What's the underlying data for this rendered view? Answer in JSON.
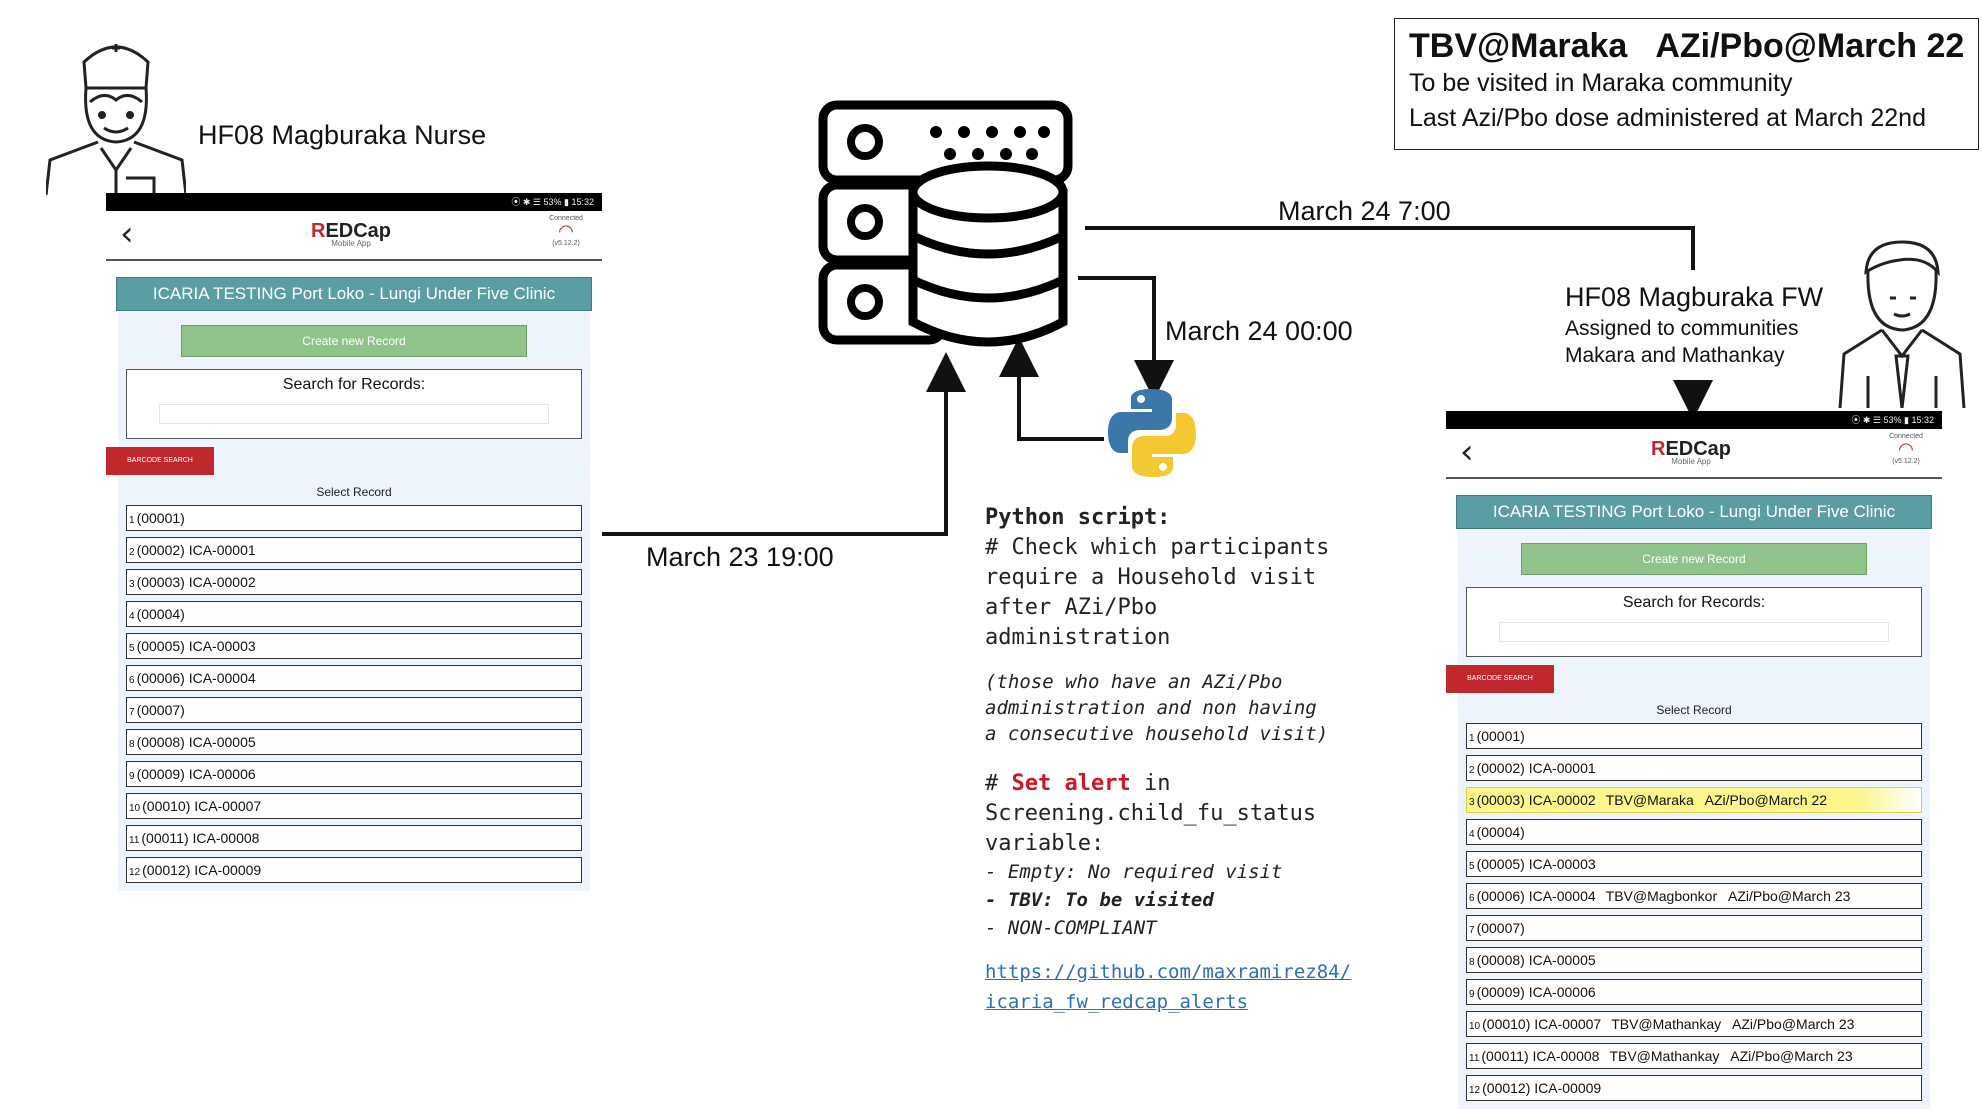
{
  "legend": {
    "code1": "TBV@Maraka",
    "code2": "AZi/Pbo@March 22",
    "line1": "To be visited in Maraka community",
    "line2": "Last Azi/Pbo dose administered at March 22nd"
  },
  "nurse": {
    "label": "HF08 Magburaka Nurse"
  },
  "fw": {
    "title": "HF08 Magburaka FW",
    "sub1": "Assigned to communities",
    "sub2": "Makara and Mathankay"
  },
  "times": {
    "t1": "March 23 19:00",
    "t2": "March 24 00:00",
    "t3": "March 24 7:00"
  },
  "app": {
    "status": "⦿ ✱ ☰ 53% ▮ 15:32",
    "logo_r": "R",
    "logo_rest": "EDCap",
    "logo_sub": "Mobile App",
    "conn_label": "Connected",
    "version": "(v5.12.2)",
    "project": "ICARIA TESTING Port Loko - Lungi Under Five Clinic",
    "create": "Create new Record",
    "search_label": "Search for Records:",
    "barcode": "BARCODE SEARCH",
    "select": "Select Record"
  },
  "records_left": [
    {
      "n": "1",
      "text": "(00001)"
    },
    {
      "n": "2",
      "text": "(00002) ICA-00001"
    },
    {
      "n": "3",
      "text": "(00003) ICA-00002"
    },
    {
      "n": "4",
      "text": "(00004)"
    },
    {
      "n": "5",
      "text": "(00005) ICA-00003"
    },
    {
      "n": "6",
      "text": "(00006) ICA-00004"
    },
    {
      "n": "7",
      "text": "(00007)"
    },
    {
      "n": "8",
      "text": "(00008) ICA-00005"
    },
    {
      "n": "9",
      "text": "(00009) ICA-00006"
    },
    {
      "n": "10",
      "text": "(00010) ICA-00007"
    },
    {
      "n": "11",
      "text": "(00011) ICA-00008"
    },
    {
      "n": "12",
      "text": "(00012) ICA-00009"
    }
  ],
  "records_right": [
    {
      "n": "1",
      "text": "(00001)",
      "note": ""
    },
    {
      "n": "2",
      "text": "(00002) ICA-00001",
      "note": ""
    },
    {
      "n": "3",
      "text": "(00003) ICA-00002",
      "note": "TBV@Maraka   AZi/Pbo@March 22",
      "hl": true
    },
    {
      "n": "4",
      "text": "(00004)",
      "note": ""
    },
    {
      "n": "5",
      "text": "(00005) ICA-00003",
      "note": ""
    },
    {
      "n": "6",
      "text": "(00006) ICA-00004",
      "note": "TBV@Magbonkor   AZi/Pbo@March 23"
    },
    {
      "n": "7",
      "text": "(00007)",
      "note": ""
    },
    {
      "n": "8",
      "text": "(00008) ICA-00005",
      "note": ""
    },
    {
      "n": "9",
      "text": "(00009) ICA-00006",
      "note": ""
    },
    {
      "n": "10",
      "text": "(00010) ICA-00007",
      "note": "TBV@Mathankay   AZi/Pbo@March 23"
    },
    {
      "n": "11",
      "text": "(00011) ICA-00008",
      "note": "TBV@Mathankay   AZi/Pbo@March 23"
    },
    {
      "n": "12",
      "text": "(00012) ICA-00009",
      "note": ""
    }
  ],
  "python": {
    "title": "Python script:",
    "comment1": "# Check which participants",
    "comment2": "require a Household visit",
    "comment3": "after AZi/Pbo",
    "comment4": "administration",
    "paren1": "(those who have an AZi/Pbo",
    "paren2": "administration and non having",
    "paren3": "a consecutive household visit)",
    "hash": "# ",
    "set_alert": "Set alert",
    "in_word": " in",
    "var1": "Screening.child_fu_status",
    "var2": "variable:",
    "opt1": "- Empty: No required visit",
    "opt2": "- TBV: To be visited",
    "opt3": "- NON-COMPLIANT",
    "url1": "https://github.com/maxramirez84/",
    "url2": "icaria_fw_redcap_alerts"
  },
  "colors": {
    "banner": "#5a9ea4",
    "create": "#8ec48a",
    "barcode": "#c0282d",
    "highlight": "#fbf58c",
    "alert_red": "#d0162b",
    "link": "#2b6fb5"
  }
}
